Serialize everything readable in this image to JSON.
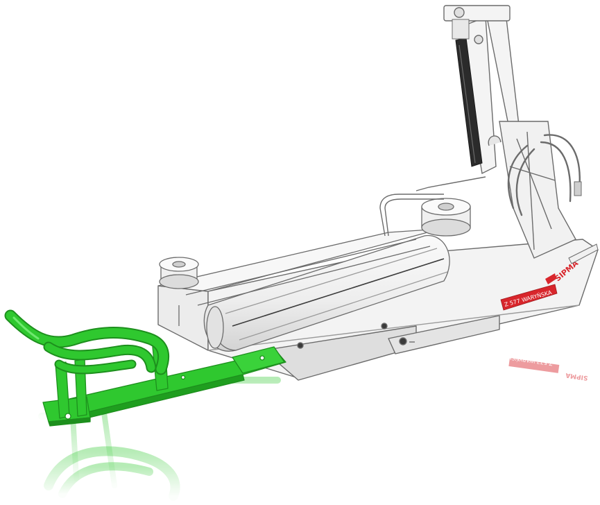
{
  "image": {
    "subject": "hitch",
    "colors": {
      "background": "#ffffff",
      "frame_light": "#f3f3f3",
      "frame_shadow": "#cfcfcf",
      "outline": "#6b6b6b",
      "dark_part": "#2b2b2b",
      "hitch_green": "#2fc82f",
      "hitch_green_dark": "#1d8f1d",
      "brand_red": "#d8262c"
    }
  },
  "decals": {
    "model_label": "Z 577 WARYŃSKA",
    "brand_label": "SIPMA",
    "reflection_model_label": "Z 577 WARYŃSKA",
    "reflection_brand_label": "SIPMA"
  }
}
